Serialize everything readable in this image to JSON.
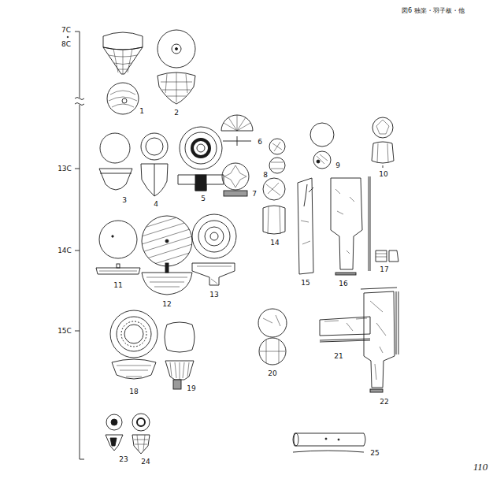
{
  "diagram": {
    "title": "図6 独楽・羽子板・他",
    "labels": [
      "7C",
      "8C",
      "13C",
      "14C",
      "15C",
      "1",
      "2",
      "3",
      "4",
      "5",
      "6",
      "7",
      "8",
      "9",
      "10",
      "11",
      "12",
      "13",
      "14",
      "15",
      "16",
      "17",
      "18",
      "19",
      "20",
      "21",
      "22",
      "23",
      "24",
      "25",
      "110"
    ]
  }
}
